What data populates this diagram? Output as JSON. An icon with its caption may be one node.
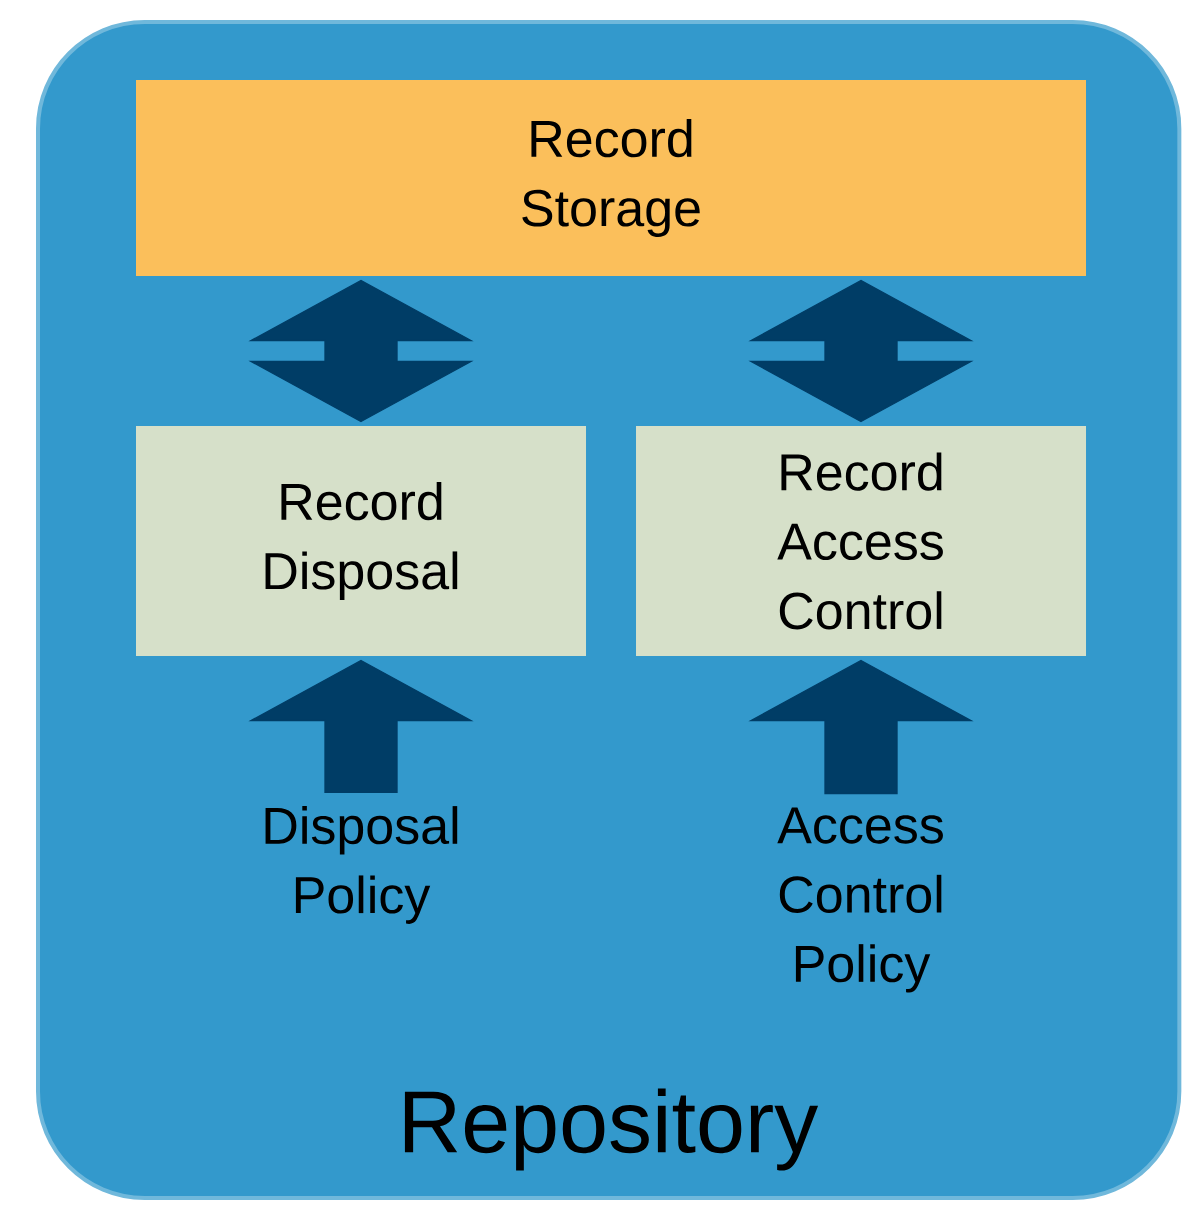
{
  "diagram": {
    "nodes": [
      {
        "text": [
          "Repository"
        ]
      },
      {
        "text": [
          "Record Storage"
        ],
        "in": 0
      },
      {
        "text": [
          "Record Disposal"
        ],
        "in": 0
      },
      {
        "text": [
          "Record Access Control"
        ],
        "in": 0
      },
      {
        "text": [
          "Disposal Policy"
        ],
        "in": 0
      },
      {
        "text": [
          "Access Control Policy"
        ],
        "in": 0
      }
    ],
    "edges": [
      {
        "from": 1,
        "to": 2,
        "arrow": "both"
      },
      {
        "from": 1,
        "to": 3,
        "arrow": "both"
      },
      {
        "from": 4,
        "to": 2,
        "arrow": "to"
      },
      {
        "from": 5,
        "to": 3,
        "arrow": "to"
      }
    ]
  }
}
